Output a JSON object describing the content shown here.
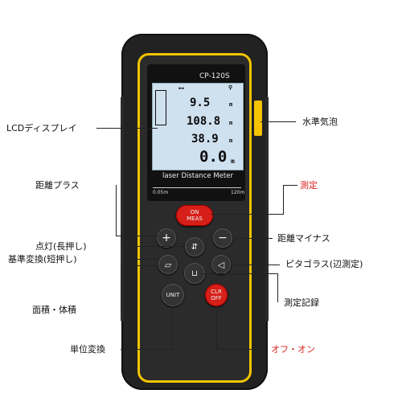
{
  "device": {
    "model": "CP-120S",
    "banner": "laser Distance Meter",
    "ruler_start": "0.05m",
    "ruler_end": "120m",
    "lcd": {
      "reading1": "9.5",
      "reading2": "108.8",
      "reading3": "38.9",
      "main": "0.0",
      "unit": "m"
    },
    "buttons": {
      "meas_top": "ON",
      "meas_bottom": "MEAS",
      "plus": "+",
      "minus": "−",
      "unit": "UNIT",
      "clr_top": "CLR",
      "clr_bottom": "OFF"
    }
  },
  "labels": {
    "lcd": "LCDディスプレイ",
    "level": "水準気泡",
    "dist_plus": "距離プラス",
    "measure": "測定",
    "light": "点灯(長押し)",
    "dist_minus": "距離マイナス",
    "base": "基準変換(短押し)",
    "pythag": "ピタゴラス(辺測定)",
    "area": "面積・体積",
    "record": "測定記録",
    "unit": "単位変換",
    "offon": "オフ・オン"
  },
  "colors": {
    "accent": "#f3c400",
    "red": "#d61f18"
  }
}
